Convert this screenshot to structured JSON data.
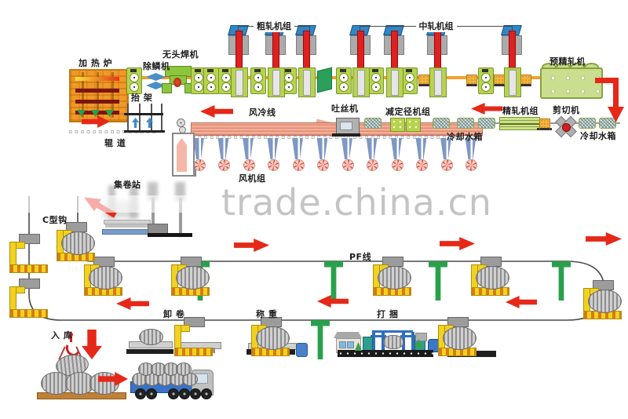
{
  "watermark": {
    "text": "trade.china.cn"
  },
  "labels": {
    "furnace": "加 热 炉",
    "descaler": "除鳞机",
    "welder": "无头焊机",
    "lifter": "抬 架",
    "roller_table": "辊 道",
    "roughing_mill": "粗轧机组",
    "intermediate_mill": "中轧机组",
    "pre_finishing_mill": "预精轧机",
    "finishing_mill": "精轧机组",
    "shear": "剪切机",
    "cooling_tank_right": "冷却水箱",
    "cooling_tank_mid": "冷却水箱",
    "sizing_mill": "减定径机组",
    "laying_head": "吐丝机",
    "air_cooling_line": "风冷线",
    "fan_group": "风机组",
    "coil_station": "集卷站",
    "c_hook": "C型钩",
    "pf_line": "PF线",
    "unload_coil": "卸 卷",
    "weighing": "称 重",
    "bundling": "打 捆",
    "warehouse": "入 库"
  },
  "colors": {
    "arrow_red": "#e62818",
    "machine_green": "#b8d44e",
    "line_orange": "#f0a030",
    "hook_yellow": "#f2d21e",
    "cooling_pink": "#f3b09c",
    "funnel_blue": "#7e97c4",
    "post_green": "#2ba04c",
    "watermark_gray": "#c4c4c4"
  }
}
